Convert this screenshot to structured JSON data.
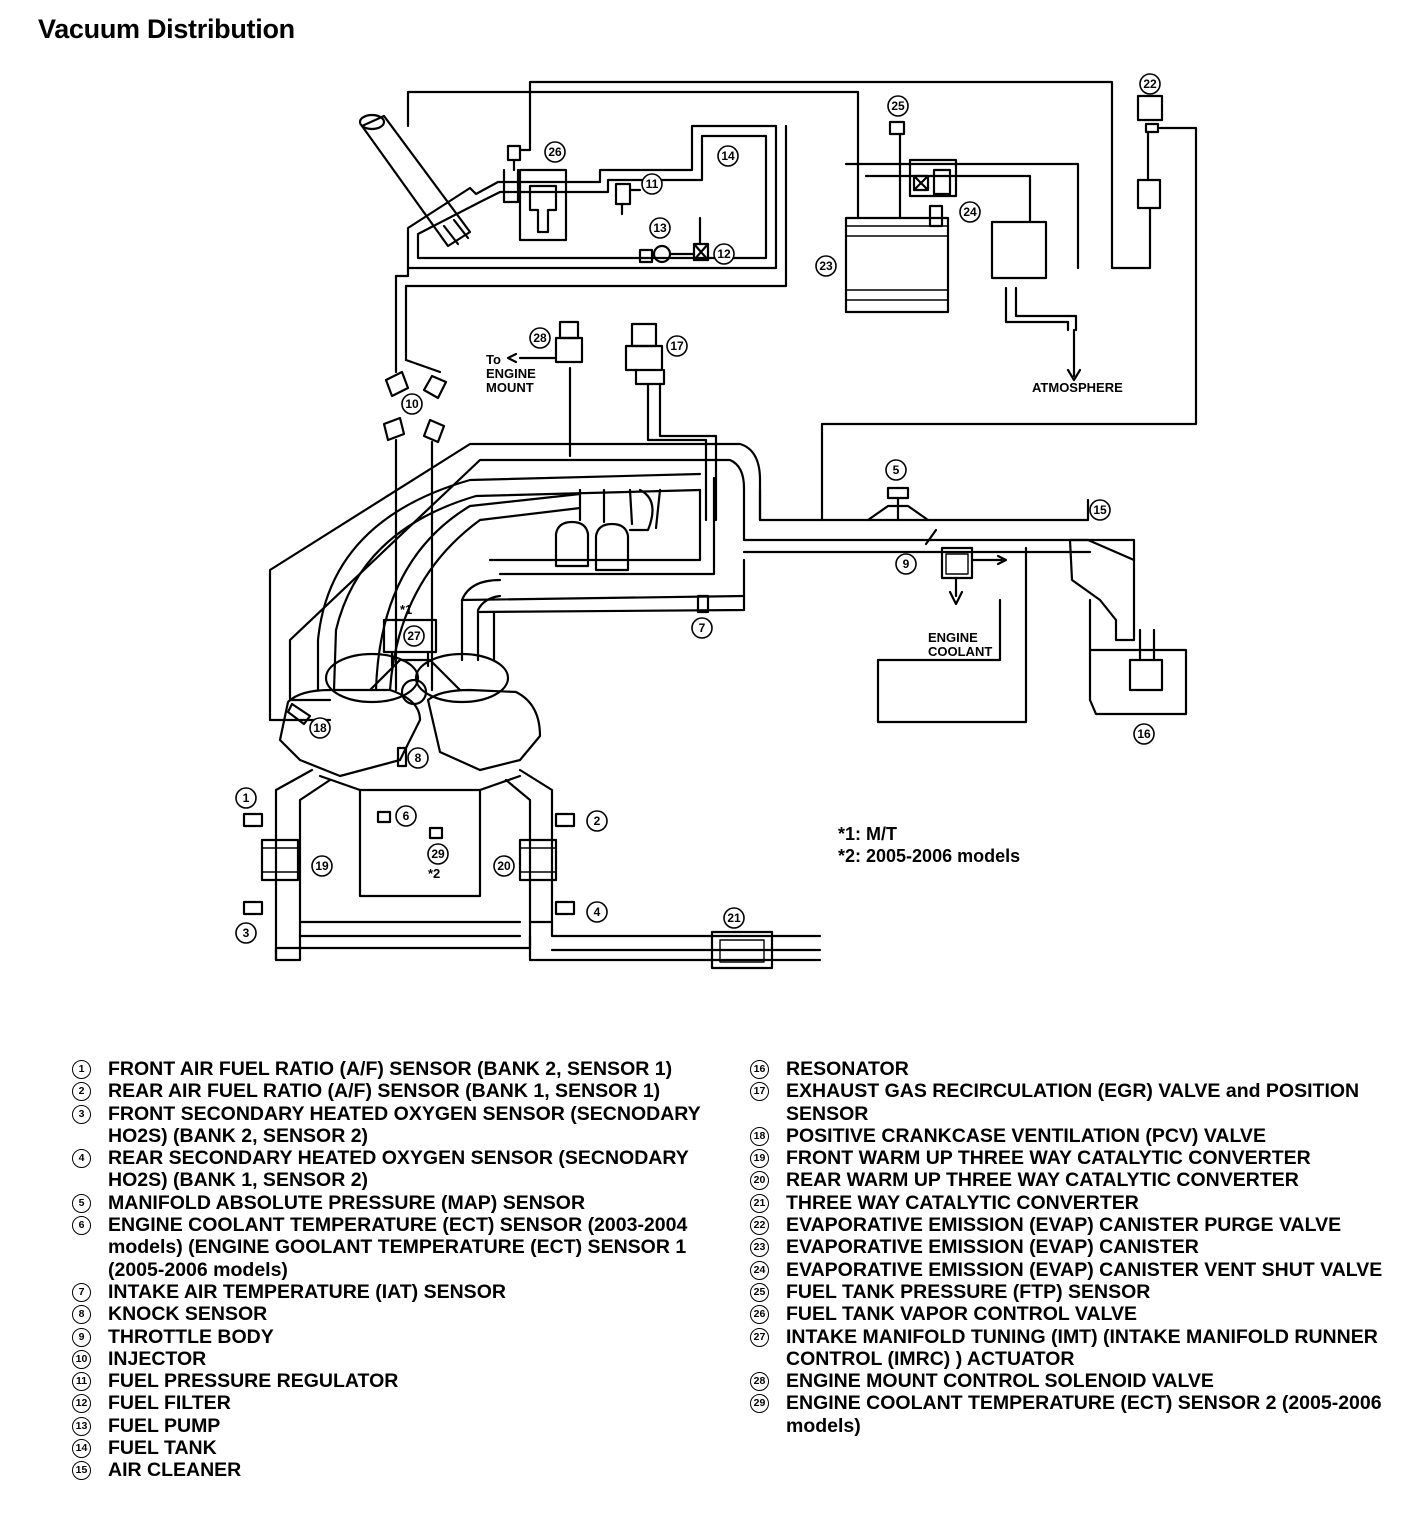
{
  "title": "Vacuum Distribution",
  "diagram": {
    "labels": {
      "to_engine_mount": [
        "To",
        "ENGINE",
        "MOUNT"
      ],
      "atmosphere": "ATMOSPHERE",
      "engine_coolant": [
        "ENGINE",
        "COOLANT"
      ],
      "mt_star": "*1",
      "model_star": "*2"
    },
    "callouts": [
      "1",
      "2",
      "3",
      "4",
      "5",
      "6",
      "7",
      "8",
      "9",
      "10",
      "11",
      "12",
      "13",
      "14",
      "15",
      "16",
      "17",
      "18",
      "19",
      "20",
      "21",
      "22",
      "23",
      "24",
      "25",
      "26",
      "27",
      "28",
      "29"
    ]
  },
  "notes": [
    "*1: M/T",
    "*2: 2005-2006 models"
  ],
  "legend_left": [
    {
      "num": "1",
      "text": "FRONT AIR FUEL RATIO (A/F) SENSOR (BANK 2, SENSOR 1)"
    },
    {
      "num": "2",
      "text": "REAR AIR FUEL RATIO (A/F) SENSOR (BANK 1, SENSOR 1)"
    },
    {
      "num": "3",
      "text": "FRONT SECONDARY HEATED OXYGEN SENSOR (SECNODARY HO2S) (BANK 2, SENSOR 2)"
    },
    {
      "num": "4",
      "text": "REAR SECONDARY HEATED OXYGEN SENSOR (SECNODARY HO2S) (BANK 1, SENSOR 2)"
    },
    {
      "num": "5",
      "text": "MANIFOLD ABSOLUTE PRESSURE (MAP) SENSOR"
    },
    {
      "num": "6",
      "text": "ENGINE COOLANT TEMPERATURE (ECT) SENSOR (2003-2004 models) (ENGINE GOOLANT TEMPERATURE (ECT) SENSOR 1 (2005-2006 models)"
    },
    {
      "num": "7",
      "text": "INTAKE AIR TEMPERATURE (IAT) SENSOR"
    },
    {
      "num": "8",
      "text": "KNOCK SENSOR"
    },
    {
      "num": "9",
      "text": "THROTTLE BODY"
    },
    {
      "num": "10",
      "text": "INJECTOR"
    },
    {
      "num": "11",
      "text": "FUEL PRESSURE REGULATOR"
    },
    {
      "num": "12",
      "text": "FUEL FILTER"
    },
    {
      "num": "13",
      "text": "FUEL PUMP"
    },
    {
      "num": "14",
      "text": "FUEL TANK"
    },
    {
      "num": "15",
      "text": "AIR CLEANER"
    }
  ],
  "legend_right": [
    {
      "num": "16",
      "text": "RESONATOR"
    },
    {
      "num": "17",
      "text": "EXHAUST GAS RECIRCULATION (EGR) VALVE and POSITION SENSOR"
    },
    {
      "num": "18",
      "text": "POSITIVE CRANKCASE VENTILATION (PCV) VALVE"
    },
    {
      "num": "19",
      "text": "FRONT WARM UP THREE WAY CATALYTIC CONVERTER"
    },
    {
      "num": "20",
      "text": "REAR WARM UP THREE WAY CATALYTIC CONVERTER"
    },
    {
      "num": "21",
      "text": "THREE WAY CATALYTIC CONVERTER"
    },
    {
      "num": "22",
      "text": "EVAPORATIVE EMISSION (EVAP) CANISTER PURGE VALVE"
    },
    {
      "num": "23",
      "text": "EVAPORATIVE EMISSION (EVAP) CANISTER"
    },
    {
      "num": "24",
      "text": "EVAPORATIVE EMISSION (EVAP) CANISTER VENT SHUT VALVE"
    },
    {
      "num": "25",
      "text": "FUEL TANK PRESSURE (FTP) SENSOR"
    },
    {
      "num": "26",
      "text": "FUEL TANK VAPOR CONTROL VALVE"
    },
    {
      "num": "27",
      "text": "INTAKE MANIFOLD TUNING (IMT) (INTAKE MANIFOLD RUNNER CONTROL (IMRC) ) ACTUATOR"
    },
    {
      "num": "28",
      "text": "ENGINE MOUNT CONTROL SOLENOID VALVE"
    },
    {
      "num": "29",
      "text": "ENGINE COOLANT TEMPERATURE (ECT) SENSOR 2 (2005-2006 models)"
    }
  ]
}
